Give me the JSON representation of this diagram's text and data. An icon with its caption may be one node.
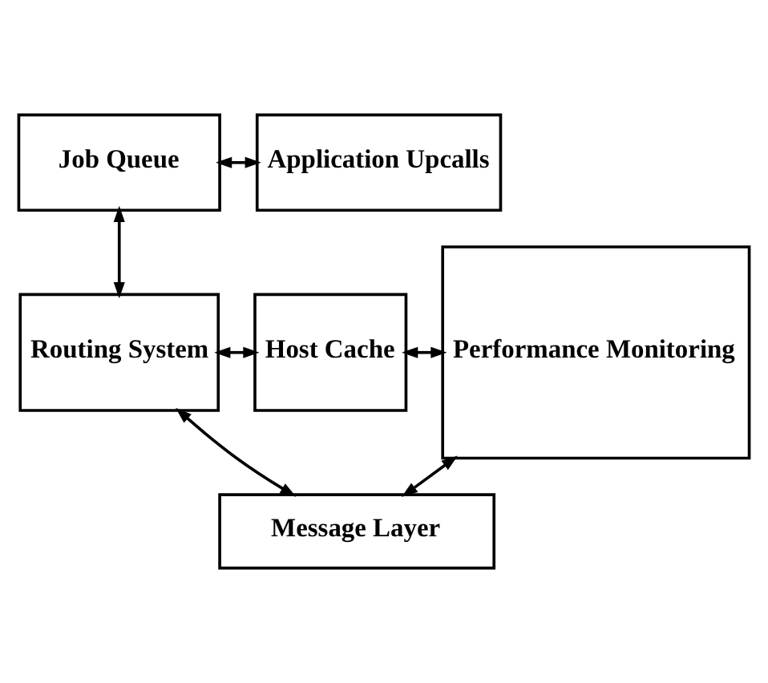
{
  "diagram": {
    "nodes": [
      {
        "text": [
          "Job Queue"
        ]
      },
      {
        "text": [
          "Application Upcalls"
        ]
      },
      {
        "text": [
          "Routing System"
        ]
      },
      {
        "text": [
          "Host Cache"
        ]
      },
      {
        "text": [
          "Performance Monitoring"
        ]
      },
      {
        "text": [
          "Message Layer"
        ]
      }
    ],
    "edges": [
      {
        "from": 0,
        "to": 1,
        "arrow": "both"
      },
      {
        "from": 0,
        "to": 2,
        "arrow": "both"
      },
      {
        "from": 2,
        "to": 3,
        "arrow": "both"
      },
      {
        "from": 3,
        "to": 4,
        "arrow": "both"
      },
      {
        "from": 2,
        "to": 5,
        "arrow": "both"
      },
      {
        "from": 5,
        "to": 4,
        "arrow": "both"
      }
    ]
  }
}
